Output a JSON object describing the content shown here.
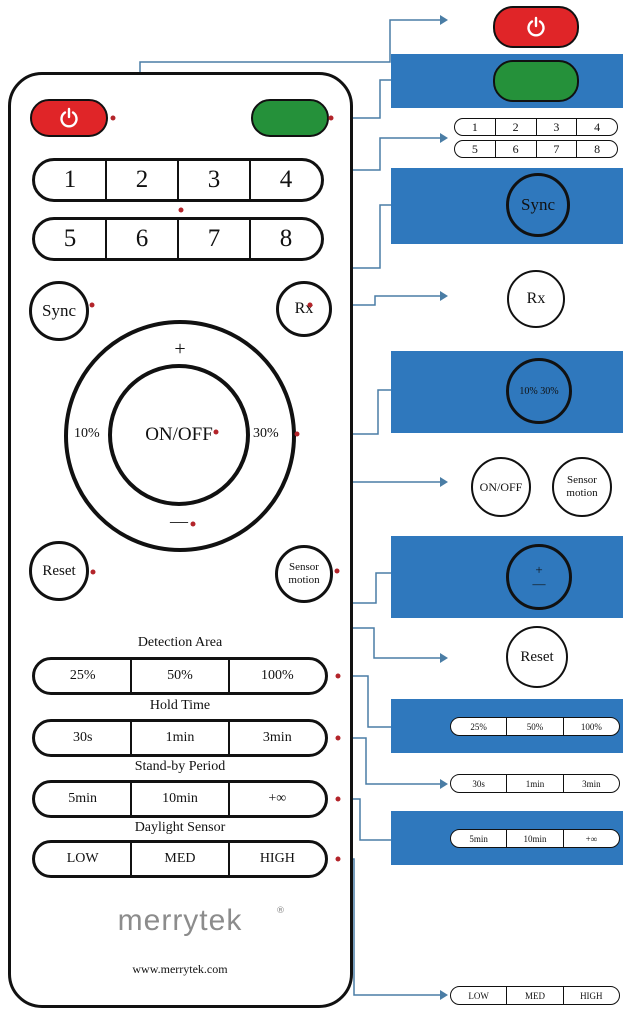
{
  "colors": {
    "power_red": "#e02528",
    "led_green": "#25913a",
    "panel_blue": "#2f78bd",
    "wire": "#4a7da5",
    "dot": "#b3242a"
  },
  "remote": {
    "channels_row1": [
      "1",
      "2",
      "3",
      "4"
    ],
    "channels_row2": [
      "5",
      "6",
      "7",
      "8"
    ],
    "sync": "Sync",
    "rx": "Rx",
    "plus": "+",
    "minus": "—",
    "dim_low": "10%",
    "dim_high": "30%",
    "on_off": "ON/OFF",
    "sensor_motion_line1": "Sensor",
    "sensor_motion_line2": "motion",
    "reset": "Reset",
    "detection_area_title": "Detection Area",
    "detection_area": [
      "25%",
      "50%",
      "100%"
    ],
    "hold_time_title": "Hold Time",
    "hold_time": [
      "30s",
      "1min",
      "3min"
    ],
    "standby_title": "Stand-by Period",
    "standby": [
      "5min",
      "10min",
      "+∞"
    ],
    "daylight_title": "Daylight Sensor",
    "daylight": [
      "LOW",
      "MED",
      "HIGH"
    ],
    "brand": "merrytek",
    "registered": "®",
    "website": "www.merrytek.com"
  },
  "callouts": {
    "channels_row1": [
      "1",
      "2",
      "3",
      "4"
    ],
    "channels_row2": [
      "5",
      "6",
      "7",
      "8"
    ],
    "sync": "Sync",
    "rx": "Rx",
    "dim_low": "10%",
    "dim_high": "30%",
    "on_off": "ON/OFF",
    "sensor_motion_line1": "Sensor",
    "sensor_motion_line2": "motion",
    "plus": "+",
    "minus": "—",
    "reset": "Reset",
    "detection_area": [
      "25%",
      "50%",
      "100%"
    ],
    "hold_time": [
      "30s",
      "1min",
      "3min"
    ],
    "standby": [
      "5min",
      "10min",
      "+∞"
    ],
    "daylight": [
      "LOW",
      "MED",
      "HIGH"
    ]
  }
}
